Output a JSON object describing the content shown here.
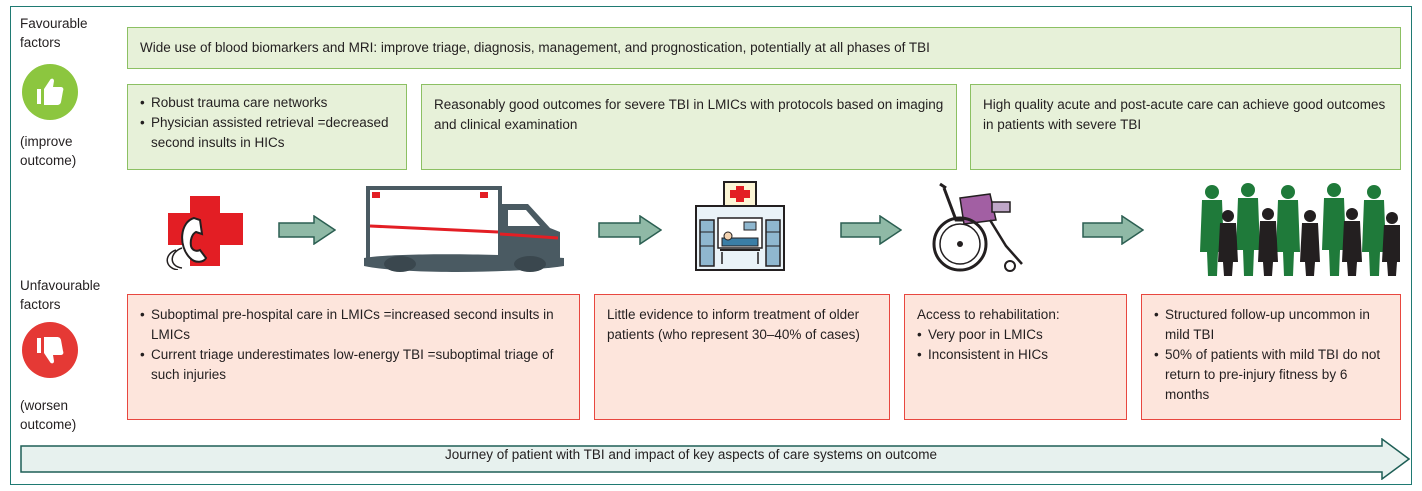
{
  "colors": {
    "frame": "#1f7a73",
    "favourable_fill": "#e7f1d9",
    "favourable_border": "#8cc063",
    "unfavourable_fill": "#fde5dc",
    "unfavourable_border": "#e8473f",
    "flow_arrow_fill": "#8fb9a6",
    "flow_arrow_stroke": "#2c5f52"
  },
  "favourable": {
    "label_line1": "Favourable",
    "label_line2": "factors",
    "note_line1": "(improve",
    "note_line2": "outcome)",
    "icon": "thumbs-up-icon",
    "banner": "Wide use of blood biomarkers and MRI: improve triage, diagnosis, management, and prognostication, potentially at all phases of TBI",
    "box1": [
      "Robust trauma care networks",
      "Physician assisted retrieval =decreased second insults in HICs"
    ],
    "box2": "Reasonably good outcomes for severe TBI in LMICs with protocols based on imaging and clinical examination",
    "box3": "High quality acute and post-acute care can achieve good outcomes in patients with severe TBI"
  },
  "unfavourable": {
    "label_line1": "Unfavourable",
    "label_line2": "factors",
    "note_line1": "(worsen",
    "note_line2": "outcome)",
    "icon": "thumbs-down-icon",
    "box1": [
      "Suboptimal pre-hospital care in LMICs =increased second insults in LMICs",
      "Current triage underestimates low-energy TBI =suboptimal triage of such injuries"
    ],
    "box2": "Little evidence to inform treatment of older patients (who represent 30–40% of cases)",
    "box3_heading": "Access to rehabilitation:",
    "box3": [
      "Very poor in LMICs",
      "Inconsistent in HICs"
    ],
    "box4": [
      "Structured follow-up uncommon in mild TBI",
      "50% of patients with mild TBI do not return to pre-injury fitness by 6 months"
    ]
  },
  "stages": [
    "emergency-call-icon",
    "ambulance-icon",
    "hospital-bed-icon",
    "wheelchair-icon",
    "people-group-icon"
  ],
  "journey": "Journey of patient with TBI and impact of key aspects of care systems on outcome"
}
